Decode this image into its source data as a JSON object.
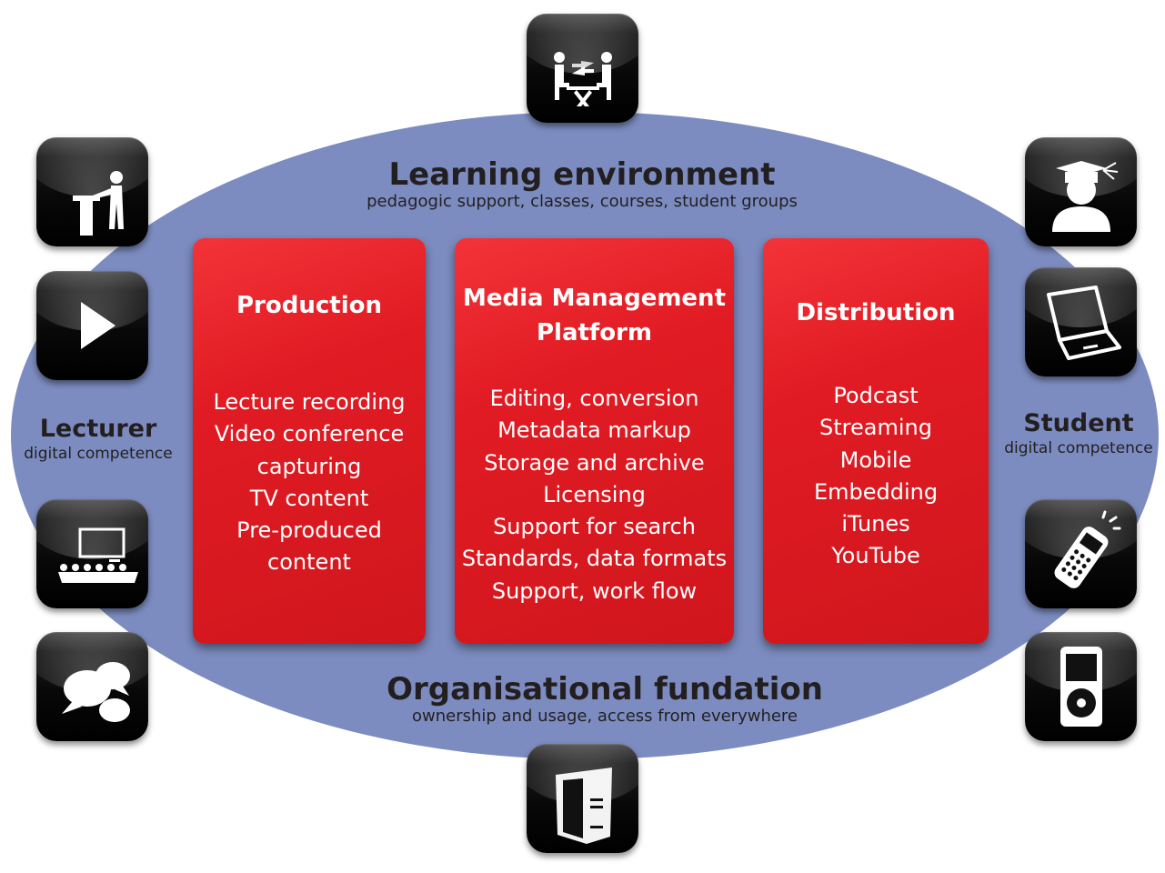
{
  "colors": {
    "ellipse": "#7c8cc0",
    "panel": "#e11b23",
    "tile": "#000000",
    "text_dark": "#231f20",
    "text_light": "#ffffff"
  },
  "top_section": {
    "title": "Learning environment",
    "subtitle": "pedagogic support, classes, courses, student groups"
  },
  "bottom_section": {
    "title": "Organisational fundation",
    "subtitle": "ownership and usage, access from everywhere"
  },
  "left_actor": {
    "title": "Lecturer",
    "subtitle": "digital competence"
  },
  "right_actor": {
    "title": "Student",
    "subtitle": "digital competence"
  },
  "panels": [
    {
      "title": "Production",
      "items": [
        "Lecture recording",
        "Video conference",
        "capturing",
        "TV content",
        "Pre-produced",
        "content"
      ]
    },
    {
      "title_lines": [
        "Media Management",
        "Platform"
      ],
      "items": [
        "Editing, conversion",
        "Metadata markup",
        "Storage and archive",
        "Licensing",
        "Support for search",
        "Standards, data formats",
        "Support, work flow"
      ]
    },
    {
      "title": "Distribution",
      "items": [
        "Podcast",
        "Streaming",
        "Mobile",
        "Embedding",
        "iTunes",
        "YouTube"
      ]
    }
  ],
  "icons": {
    "top": "meeting-icon",
    "bottom": "server-icon",
    "left": [
      "lecturer-podium-icon",
      "play-icon",
      "classroom-icon",
      "chat-bubbles-icon"
    ],
    "right": [
      "graduate-icon",
      "laptop-icon",
      "mobile-phone-icon",
      "ipod-icon"
    ]
  }
}
